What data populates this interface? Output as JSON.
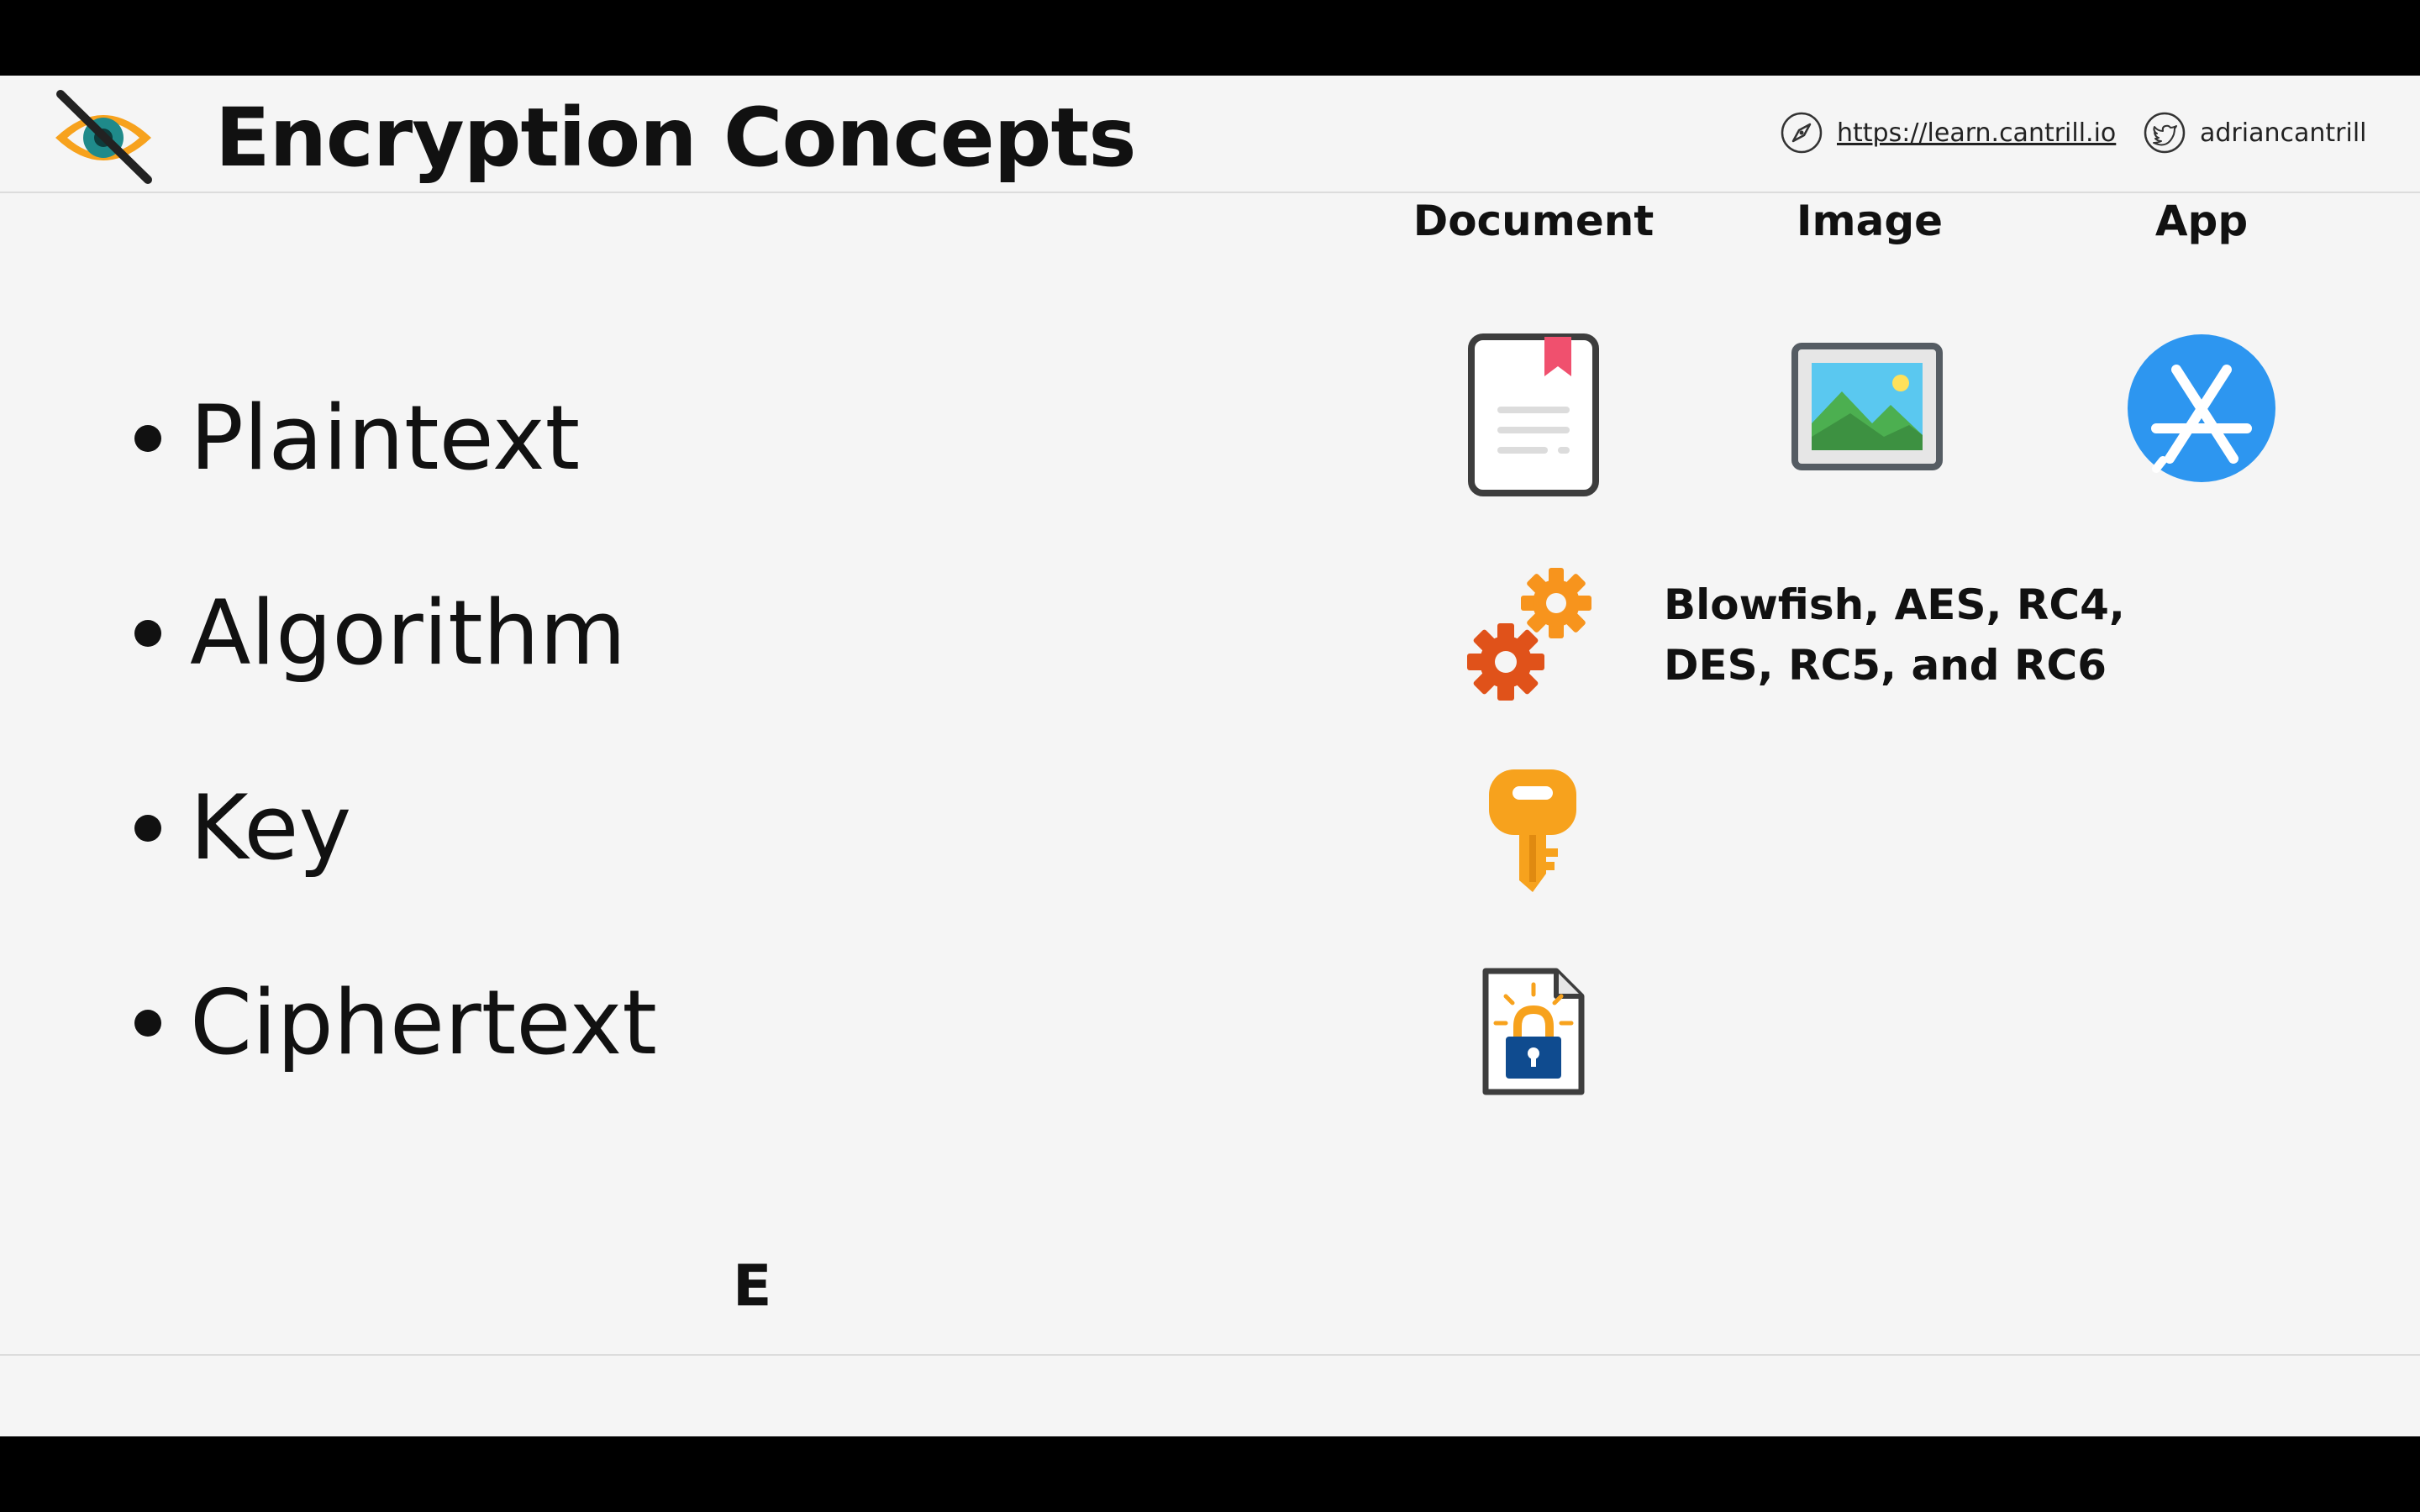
{
  "slide": {
    "title": "Encryption Concepts"
  },
  "header": {
    "website": "https://learn.cantrill.io",
    "twitter": "adriancantrill",
    "logo_icon": "eye-slash-logo-icon",
    "website_icon": "compass-icon",
    "twitter_icon": "twitter-bird-icon"
  },
  "columns": [
    {
      "label": "Document",
      "icon": "document-icon"
    },
    {
      "label": "Image",
      "icon": "image-icon"
    },
    {
      "label": "App",
      "icon": "app-store-icon"
    }
  ],
  "bullets": [
    {
      "label": "Plaintext"
    },
    {
      "label": "Algorithm",
      "icon": "gears-icon"
    },
    {
      "label": "Key",
      "icon": "key-icon"
    },
    {
      "label": "Ciphertext",
      "icon": "encrypted-file-icon"
    }
  ],
  "algorithms": {
    "line1": "Blowfish, AES, RC4,",
    "line2": "DES, RC5, and RC6"
  },
  "footer_letter": "E",
  "colors": {
    "background": "#f5f5f5",
    "text": "#111111",
    "app_blue": "#2d96f0",
    "gear_orange": "#f7941d",
    "gear_red": "#e0521a",
    "key_orange": "#f7a21d",
    "lock_blue": "#0f4b8f",
    "bookmark_pink": "#f0506e"
  }
}
